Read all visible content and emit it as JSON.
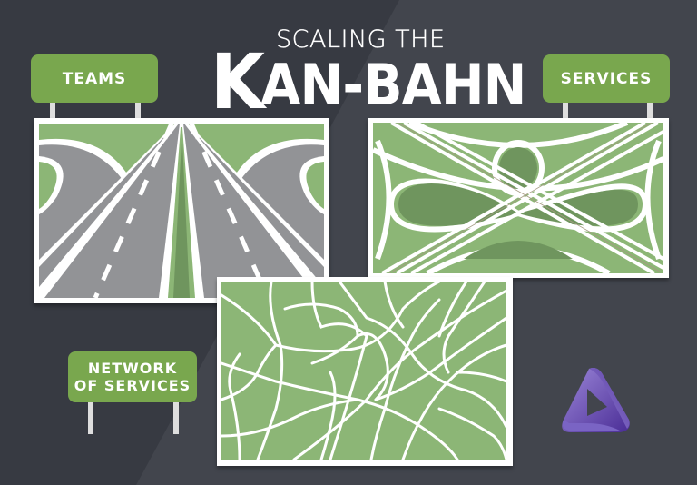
{
  "title": {
    "line1": "SCALING THE",
    "line2_initial": "K",
    "line2_rest": "AN-BAHN"
  },
  "signs": {
    "teams": "TEAMS",
    "services": "SERVICES",
    "network_line1": "NETWORK",
    "network_line2": "OF SERVICES"
  },
  "panels": {
    "highway": "straight-highway-illustration",
    "interchange": "cloverleaf-interchange-illustration",
    "network": "city-street-map-illustration"
  },
  "logo": "purple-triangle-logo",
  "colors": {
    "background_dark": "#373a42",
    "background_light": "#42454d",
    "sign_green": "#79a74e",
    "land_green": "#8cb676",
    "dark_green": "#6f955e",
    "road_gray": "#929396",
    "white": "#ffffff",
    "logo_purple": "#5b3fa6"
  }
}
